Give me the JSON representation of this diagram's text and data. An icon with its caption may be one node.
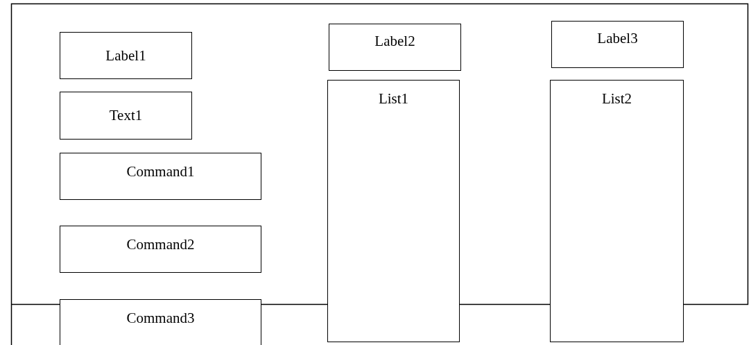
{
  "diagram": {
    "nodes": [
      {
        "text": [
          "Label1"
        ]
      },
      {
        "text": [
          "Text1"
        ]
      },
      {
        "text": [
          "Command1"
        ]
      },
      {
        "text": [
          "Command2"
        ]
      },
      {
        "text": [
          "Command3"
        ]
      },
      {
        "text": [
          "Label2"
        ]
      },
      {
        "text": [
          "List1"
        ]
      },
      {
        "text": [
          "Label3"
        ]
      },
      {
        "text": [
          "List2"
        ]
      }
    ],
    "edges": []
  }
}
